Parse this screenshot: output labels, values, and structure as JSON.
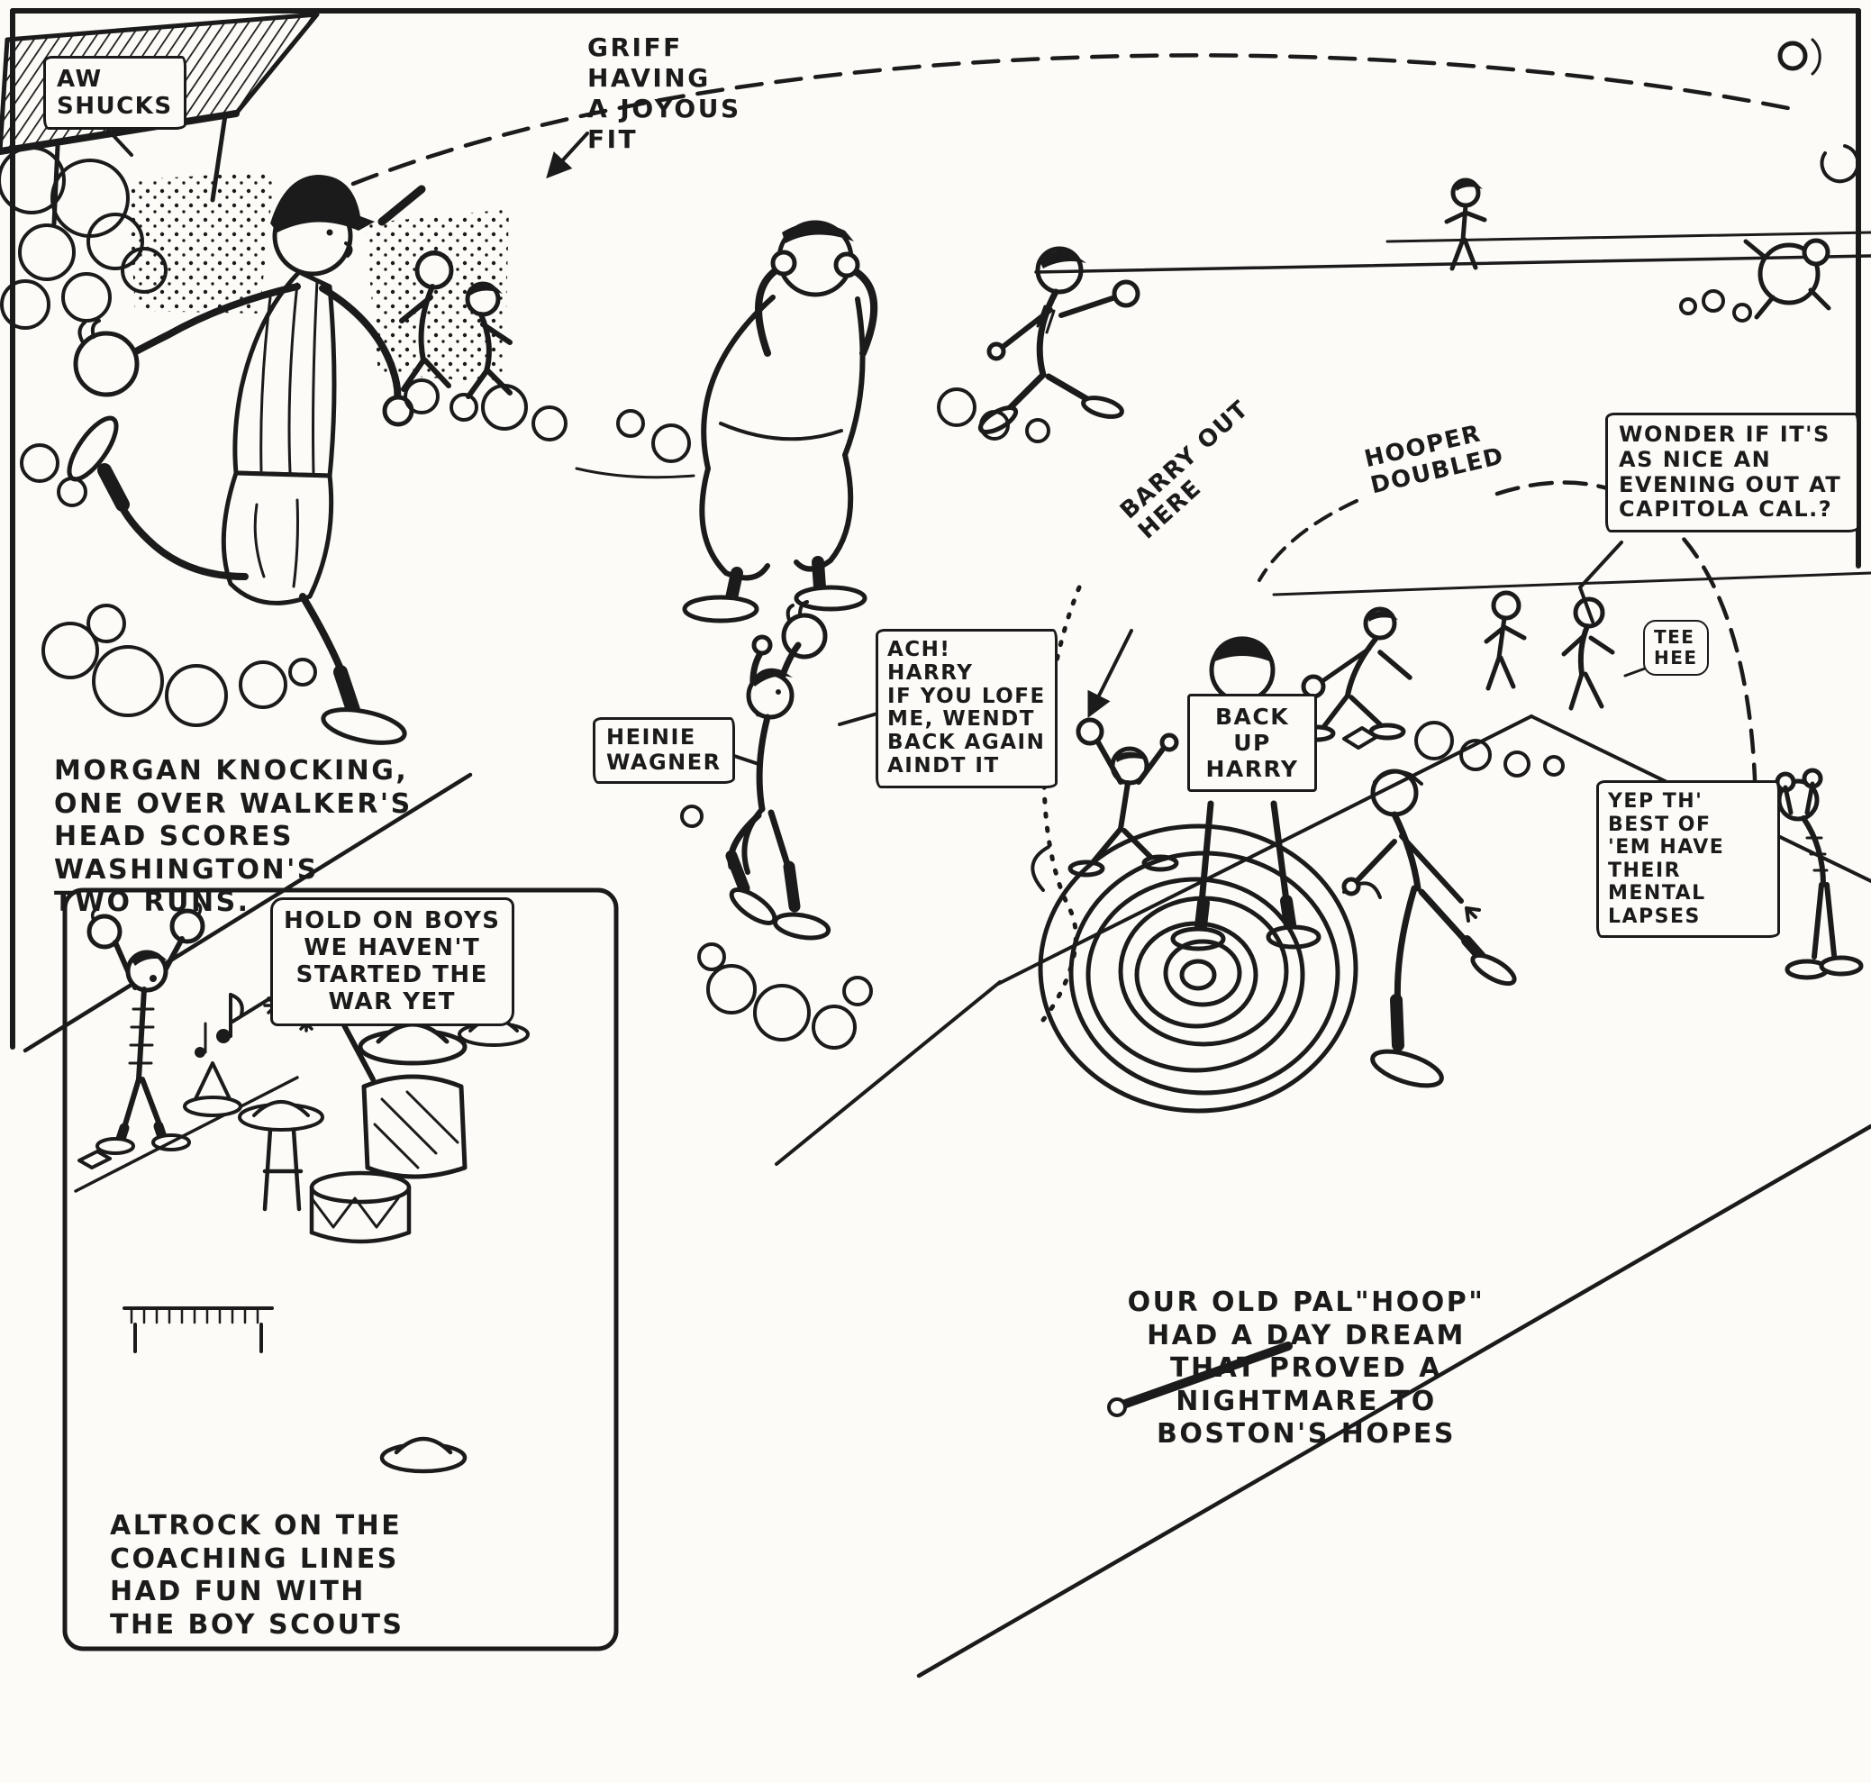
{
  "colors": {
    "ink": "#1b1b1b",
    "paper": "#fcfbf7"
  },
  "bubbles": {
    "aw_shucks": "AW\nSHUCKS",
    "wonder": "WONDER IF IT'S\nAS NICE AN\nEVENING OUT AT\nCAPITOLA CAL.?",
    "tee_hee": "TEE\nHEE",
    "ach_harry": "ACH!\nHARRY\nIF YOU LOFE\nME, WENDT\nBACK AGAIN\nAINDT IT",
    "yep": "YEP TH'\nBEST OF\n'EM HAVE\nTHEIR MENTAL\nLAPSES",
    "hold_on": "HOLD ON BOYS\nWE HAVEN'T\nSTARTED THE\nWAR YET"
  },
  "labels": {
    "griff": "GRIFF\nHAVING\nA JOYOUS\nFIT",
    "barry": "BARRY OUT\nHERE",
    "hooper": "HOOPER\nDOUBLED",
    "heinie_wagner": "HEINIE\nWAGNER",
    "back_up_harry": "BACK\nUP\nHARRY"
  },
  "captions": {
    "morgan": "MORGAN KNOCKING,\nONE OVER WALKER'S\nHEAD SCORES\nWASHINGTON'S\nTWO RUNS.",
    "altrock": "ALTROCK ON THE\nCOACHING LINES\nHAD FUN WITH\nTHE BOY SCOUTS",
    "hoop_dream": "OUR OLD PAL\"HOOP\"\nHAD A DAY DREAM\nTHAT PROVED A\nNIGHTMARE TO\nBOSTON'S HOPES"
  }
}
